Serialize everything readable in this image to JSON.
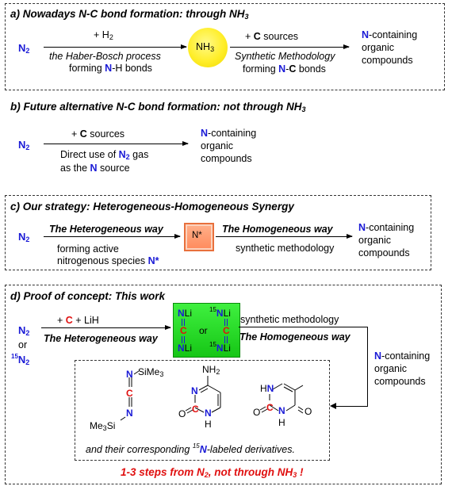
{
  "panel_a": {
    "title": "a) Nowadays N-C bond formation: through NH",
    "title_sub": "3",
    "reactant": "N",
    "reactant_sub": "2",
    "step1_above": "+ H",
    "step1_above_sub": "2",
    "step1_below_line1": "the Haber-Bosch process",
    "step1_below_line2_pre": "forming ",
    "step1_below_line2_n": "N",
    "step1_below_line2_post": "-H bonds",
    "intermediate": "NH",
    "intermediate_sub": "3",
    "step2_above_pre": "+ ",
    "step2_above_c": "C",
    "step2_above_post": " sources",
    "step2_below_line1": "Synthetic Methodology",
    "step2_below_line2_pre": "forming ",
    "step2_below_line2_n": "N",
    "step2_below_line2_mid": "-",
    "step2_below_line2_c": "C",
    "step2_below_line2_post": " bonds",
    "product_n": "N",
    "product_line1": "-containing",
    "product_line2": "organic",
    "product_line3": "compounds"
  },
  "panel_b": {
    "title": "b) Future alternative N-C bond formation: not through NH",
    "title_sub": "3",
    "reactant": "N",
    "reactant_sub": "2",
    "above_pre": "+ ",
    "above_c": "C",
    "above_post": " sources",
    "below_line1_pre": "Direct use of ",
    "below_line1_n": "N",
    "below_line1_n_sub": "2",
    "below_line1_post": " gas",
    "below_line2_pre": "as the ",
    "below_line2_n": "N",
    "below_line2_post": " source",
    "product_n": "N",
    "product_line1": "-containing",
    "product_line2": "organic",
    "product_line3": "compounds"
  },
  "panel_c": {
    "title": "c) Our strategy: Heterogeneous-Homogeneous Synergy",
    "reactant": "N",
    "reactant_sub": "2",
    "het_label": "The Heterogeneous way",
    "het_below_line1": "forming active",
    "het_below_line2": "nitrogenous species ",
    "het_below_line2_n": "N*",
    "box_label": "N*",
    "hom_label": "The Homogeneous way",
    "hom_below": "synthetic methodology",
    "product_n": "N",
    "product_line1": "-containing",
    "product_line2": "organic",
    "product_line3": "compounds"
  },
  "panel_d": {
    "title": "d) Proof of concept: This work",
    "reactant1": "N",
    "reactant1_sub": "2",
    "or_text": "or",
    "reactant2_sup": "15",
    "reactant2": "N",
    "reactant2_sub": "2",
    "above_pre": "+ ",
    "above_c": "C",
    "above_post": " + LiH",
    "het_label": "The Heterogeneous way",
    "box_top_n": "N",
    "box_top_li": "Li",
    "box_c": "C",
    "box_bottom_n": "N",
    "box_bottom_li": "Li",
    "box_or": "or",
    "box_iso_sup": "15",
    "hom_above": "synthetic methodology",
    "hom_label": "The Homogeneous way",
    "product_n": "N",
    "product_line1": "-containing",
    "product_line2": "organic",
    "product_line3": "compounds",
    "carbodiimide_top": "SiMe",
    "carbodiimide_top_sub": "3",
    "carbodiimide_bottom": "Me",
    "carbodiimide_bottom_sub": "3",
    "carbodiimide_bottom_si": "Si",
    "cytosine_nh2": "NH",
    "cytosine_nh2_sub": "2",
    "cytosine_o": "O",
    "cytosine_nh": "H",
    "thymine_hn": "HN",
    "thymine_o1": "O",
    "thymine_o2": "O",
    "thymine_h": "H",
    "derivatives_pre": "and their corresponding ",
    "derivatives_sup": "15",
    "derivatives_n": "N",
    "derivatives_post": "-labeled derivatives.",
    "footer_pre": "1-3 steps from N",
    "footer_sub": "2",
    "footer_mid": ", not through NH",
    "footer_sub2": "3",
    "footer_post": " !"
  },
  "colors": {
    "nitrogen_blue": "#1a1ad6",
    "carbon_red": "#e01010",
    "nh3_yellow": "#ffee2a",
    "nstar_orange": "#ff8a5c",
    "box_green": "#22d022"
  }
}
